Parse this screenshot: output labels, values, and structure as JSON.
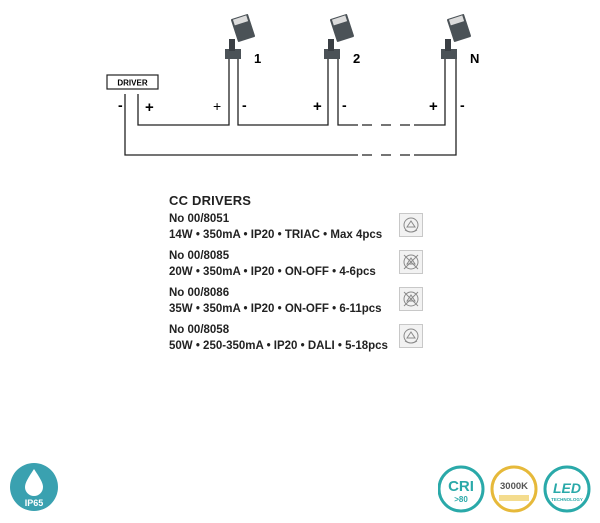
{
  "diagram": {
    "driver_label": "DRIVER",
    "driver_minus": "-",
    "driver_plus": "+",
    "luminaires": [
      {
        "label": "1",
        "plus": "+",
        "minus": "-"
      },
      {
        "label": "2",
        "plus": "+",
        "minus": "-"
      },
      {
        "label": "N",
        "plus": "+",
        "minus": "-"
      }
    ]
  },
  "cc_drivers": {
    "title": "CC DRIVERS",
    "items": [
      {
        "no": "No 00/8051",
        "spec": "14W • 350mA  • IP20 • TRIAC • Max 4pcs",
        "icon": "dimmable-icon"
      },
      {
        "no": "No 00/8085",
        "spec": "20W • 350mA  • IP20 • ON-OFF • 4-6pcs",
        "icon": "non-dimmable-icon"
      },
      {
        "no": "No 00/8086",
        "spec": "35W • 350mA  • IP20 • ON-OFF • 6-11pcs",
        "icon": "non-dimmable-icon"
      },
      {
        "no": "No 00/8058",
        "spec": "50W • 250-350mA  • IP20 • DALI • 5-18pcs",
        "icon": "dimmable-icon"
      }
    ]
  },
  "badges": {
    "ip": {
      "label": "IP65",
      "color": "#3aa1b0"
    },
    "cri": {
      "label": "CRI",
      "value": ">80",
      "color": "#2aa9a9"
    },
    "cct": {
      "label": "3000K",
      "color": "#e6b93a"
    },
    "led": {
      "label": "LED",
      "sub": "TECHNOLOGY",
      "color": "#2aa9a9"
    }
  }
}
